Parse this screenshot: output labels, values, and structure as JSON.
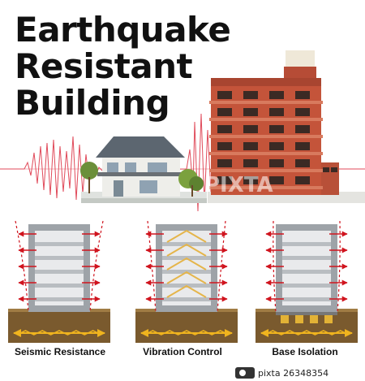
{
  "title": {
    "line1": "Earthquake",
    "line2": "Resistant",
    "line3": "Building"
  },
  "panels": [
    {
      "caption": "Seismic Resistance",
      "type": "seismic"
    },
    {
      "caption": "Vibration Control",
      "type": "vibration"
    },
    {
      "caption": "Base Isolation",
      "type": "isolation"
    }
  ],
  "watermark": "PIXTA",
  "footer": {
    "brand": "pixta",
    "id": "26348354"
  },
  "colors": {
    "seismic_wave": "#e04a5a",
    "arrow": "#d0141e",
    "ground": "#7a5a2e",
    "ground_arrow": "#f0b41e",
    "frame": "#9ea3a8",
    "brick": "#c4543a"
  }
}
